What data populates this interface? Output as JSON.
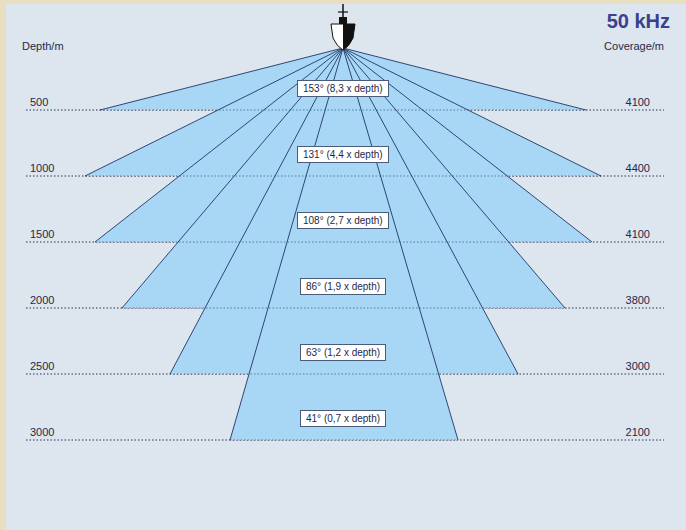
{
  "diagram": {
    "title": "50 kHz",
    "nodes": [
      {
        "text": [
          "153° (8,3 x depth)"
        ]
      },
      {
        "text": [
          "131° (4,4 x depth)"
        ]
      },
      {
        "text": [
          "108° (2,7 x depth)"
        ]
      },
      {
        "text": [
          "86° (1,9 x depth)"
        ]
      },
      {
        "text": [
          "63° (1,2 x depth)"
        ]
      },
      {
        "text": [
          "41° (0,7 x depth)"
        ]
      }
    ],
    "labels": [
      "Depth/m",
      "Coverage/m",
      "500",
      "4100",
      "1000",
      "4400",
      "1500",
      "4100",
      "2000",
      "3800",
      "2500",
      "3000",
      "3000",
      "2100"
    ]
  }
}
